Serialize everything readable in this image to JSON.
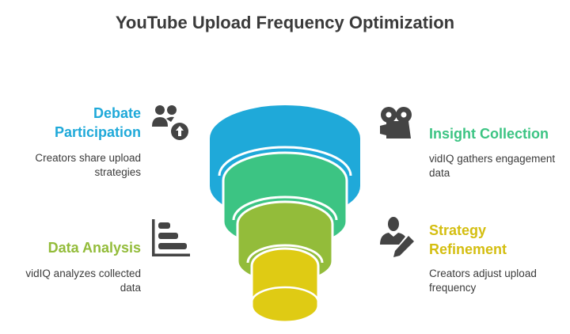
{
  "title": "YouTube Upload Frequency Optimization",
  "colors": {
    "blue": "#1FA9D9",
    "green": "#3CC483",
    "olive": "#93BC3A",
    "yellow": "#DFCB14",
    "icon": "#444444"
  },
  "steps": [
    {
      "title": "Debate Participation",
      "description": "Creators share upload strategies",
      "icon": "users-upload-icon"
    },
    {
      "title": "Insight Collection",
      "description": "vidIQ gathers engagement data",
      "icon": "video-camera-icon"
    },
    {
      "title": "Data Analysis",
      "description": "vidIQ analyzes collected data",
      "icon": "bar-chart-icon"
    },
    {
      "title": "Strategy Refinement",
      "description": "Creators adjust upload frequency",
      "icon": "user-edit-icon"
    }
  ]
}
